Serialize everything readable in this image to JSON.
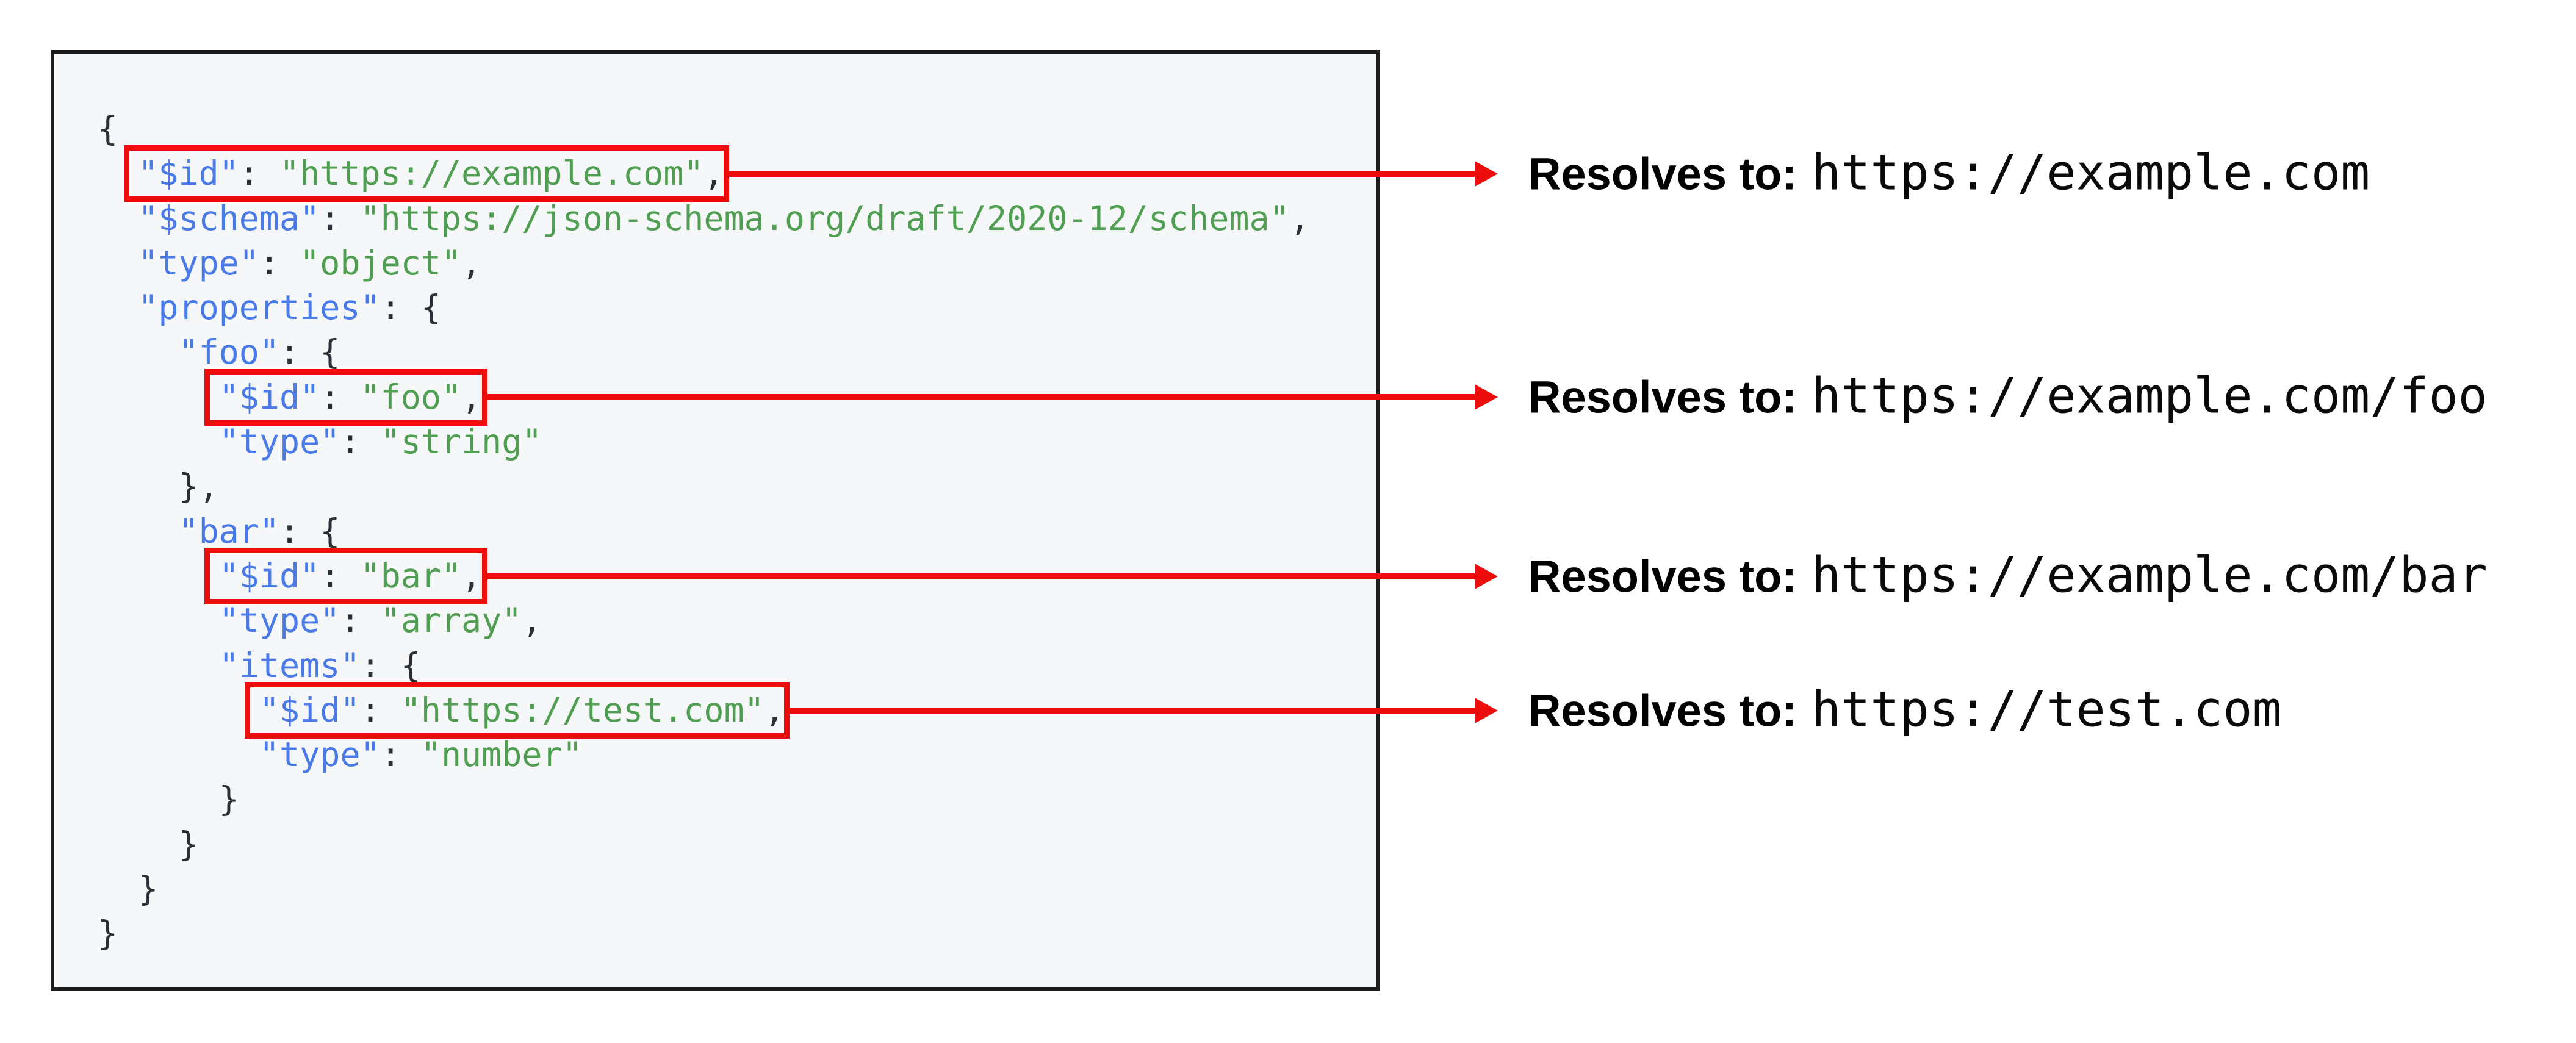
{
  "diagram": {
    "description": "JSON Schema $id resolution example",
    "annotation_label": "Resolves to:",
    "colors": {
      "key_blue": "#4a7ae8",
      "string_green": "#509e52",
      "punctuation_dark": "#2a2e35",
      "highlight_red": "#ee0d0d",
      "code_background": "#f6f7f8",
      "box_border_black": "#1b1b1b"
    },
    "code": {
      "lines": [
        [
          {
            "c": "p",
            "t": "{"
          }
        ],
        [
          {
            "c": "p",
            "t": "  "
          },
          {
            "c": "k",
            "t": "\"$id\""
          },
          {
            "c": "p",
            "t": ": "
          },
          {
            "c": "s",
            "t": "\"https://example.com\""
          },
          {
            "c": "p",
            "t": ","
          }
        ],
        [
          {
            "c": "p",
            "t": "  "
          },
          {
            "c": "k",
            "t": "\"$schema\""
          },
          {
            "c": "p",
            "t": ": "
          },
          {
            "c": "s",
            "t": "\"https://json-schema.org/draft/2020-12/schema\""
          },
          {
            "c": "p",
            "t": ","
          }
        ],
        [
          {
            "c": "p",
            "t": "  "
          },
          {
            "c": "k",
            "t": "\"type\""
          },
          {
            "c": "p",
            "t": ": "
          },
          {
            "c": "s",
            "t": "\"object\""
          },
          {
            "c": "p",
            "t": ","
          }
        ],
        [
          {
            "c": "p",
            "t": "  "
          },
          {
            "c": "k",
            "t": "\"properties\""
          },
          {
            "c": "p",
            "t": ": {"
          }
        ],
        [
          {
            "c": "p",
            "t": "    "
          },
          {
            "c": "k",
            "t": "\"foo\""
          },
          {
            "c": "p",
            "t": ": {"
          }
        ],
        [
          {
            "c": "p",
            "t": "      "
          },
          {
            "c": "k",
            "t": "\"$id\""
          },
          {
            "c": "p",
            "t": ": "
          },
          {
            "c": "s",
            "t": "\"foo\""
          },
          {
            "c": "p",
            "t": ","
          }
        ],
        [
          {
            "c": "p",
            "t": "      "
          },
          {
            "c": "k",
            "t": "\"type\""
          },
          {
            "c": "p",
            "t": ": "
          },
          {
            "c": "s",
            "t": "\"string\""
          }
        ],
        [
          {
            "c": "p",
            "t": "    },"
          }
        ],
        [
          {
            "c": "p",
            "t": "    "
          },
          {
            "c": "k",
            "t": "\"bar\""
          },
          {
            "c": "p",
            "t": ": {"
          }
        ],
        [
          {
            "c": "p",
            "t": "      "
          },
          {
            "c": "k",
            "t": "\"$id\""
          },
          {
            "c": "p",
            "t": ": "
          },
          {
            "c": "s",
            "t": "\"bar\""
          },
          {
            "c": "p",
            "t": ","
          }
        ],
        [
          {
            "c": "p",
            "t": "      "
          },
          {
            "c": "k",
            "t": "\"type\""
          },
          {
            "c": "p",
            "t": ": "
          },
          {
            "c": "s",
            "t": "\"array\""
          },
          {
            "c": "p",
            "t": ","
          }
        ],
        [
          {
            "c": "p",
            "t": "      "
          },
          {
            "c": "k",
            "t": "\"items\""
          },
          {
            "c": "p",
            "t": ": {"
          }
        ],
        [
          {
            "c": "p",
            "t": "        "
          },
          {
            "c": "k",
            "t": "\"$id\""
          },
          {
            "c": "p",
            "t": ": "
          },
          {
            "c": "s",
            "t": "\"https://test.com\""
          },
          {
            "c": "p",
            "t": ","
          }
        ],
        [
          {
            "c": "p",
            "t": "        "
          },
          {
            "c": "k",
            "t": "\"type\""
          },
          {
            "c": "p",
            "t": ": "
          },
          {
            "c": "s",
            "t": "\"number\""
          }
        ],
        [
          {
            "c": "p",
            "t": "      }"
          }
        ],
        [
          {
            "c": "p",
            "t": "    }"
          }
        ],
        [
          {
            "c": "p",
            "t": "  }"
          }
        ],
        [
          {
            "c": "p",
            "t": "}"
          }
        ]
      ]
    },
    "highlights": [
      {
        "line": 2,
        "col_start": 2,
        "col_end": 31,
        "highlighted_text": "\"$id\": \"https://example.com\",",
        "resolves_to": "https://example.com"
      },
      {
        "line": 7,
        "col_start": 6,
        "col_end": 19,
        "highlighted_text": "\"$id\": \"foo\",",
        "resolves_to": "https://example.com/foo"
      },
      {
        "line": 11,
        "col_start": 6,
        "col_end": 19,
        "highlighted_text": "\"$id\": \"bar\",",
        "resolves_to": "https://example.com/bar"
      },
      {
        "line": 14,
        "col_start": 8,
        "col_end": 34,
        "highlighted_text": "\"$id\": \"https://test.com\",",
        "resolves_to": "https://test.com"
      }
    ]
  }
}
